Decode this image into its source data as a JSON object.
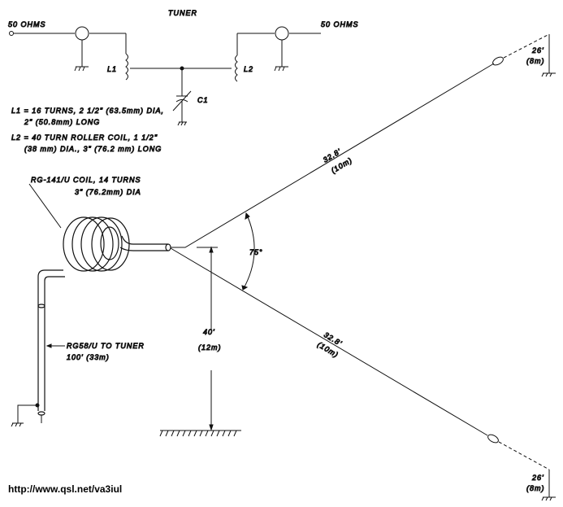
{
  "tuner": {
    "title": "TUNER",
    "input_label": "50 OHMS",
    "output_label": "50 OHMS",
    "l1_label": "L1",
    "l2_label": "L2",
    "c1_label": "C1",
    "notes": [
      "L1 = 16 TURNS, 2 1/2\" (63.5mm) DIA,",
      "2\" (50.8mm) LONG",
      "L2 = 40 TURN ROLLER COIL, 1 1/2\"",
      "(38 mm) DIA., 3\" (76.2 mm) LONG"
    ]
  },
  "antenna": {
    "coil_note": [
      "RG-141/U COIL, 14 TURNS",
      "3\" (76.2mm) DIA"
    ],
    "feed_note": [
      "RG58/U TO TUNER",
      "100' (33m)"
    ],
    "upper_wire": [
      "32.8'",
      "(10m)"
    ],
    "lower_wire": [
      "32.8'",
      "(10m)"
    ],
    "angle": "75°",
    "height": [
      "40'",
      "(12m)"
    ],
    "upper_pole": [
      "26'",
      "(8m)"
    ],
    "lower_pole": [
      "26'",
      "(8m)"
    ]
  },
  "footer": {
    "url": "http://www.qsl.net/va3iul"
  }
}
